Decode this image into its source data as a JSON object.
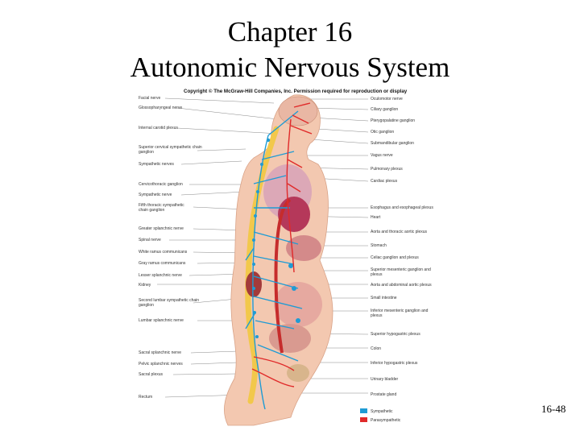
{
  "slide": {
    "title_line1": "Chapter 16",
    "title_line2": "Autonomic Nervous System",
    "page_number": "16-48"
  },
  "figure": {
    "copyright": "Copyright © The McGraw-Hill Companies, Inc. Permission required for reproduction or display",
    "left_labels": [
      "Facial nerve",
      "Glossopharyngeal nerve",
      "Internal carotid plexus",
      "Superior cervical sympathetic chain ganglion",
      "Sympathetic nerves",
      "Cervicothoracic ganglion",
      "Sympathetic nerve",
      "Fifth thoracic sympathetic chain ganglion",
      "Greater splanchnic nerve",
      "Spinal nerve",
      "White ramus communicans",
      "Gray ramus communicans",
      "Lesser splanchnic nerve",
      "Kidney",
      "Second lumbar sympathetic chain ganglion",
      "Lumbar splanchnic nerve",
      "Sacral splanchnic nerve",
      "Pelvic splanchnic nerves",
      "Sacral plexus",
      "Rectum"
    ],
    "right_labels": [
      "Oculomotor nerve",
      "Ciliary ganglion",
      "Pterygopalatine ganglion",
      "Otic ganglion",
      "Submandibular ganglion",
      "Vagus nerve",
      "Pulmonary plexus",
      "Cardiac plexus",
      "Esophagus and esophageal plexus",
      "Heart",
      "Aorta and thoracic aortic plexus",
      "Stomach",
      "Celiac ganglion and plexus",
      "Superior mesenteric ganglion and plexus",
      "Aorta and abdominal aortic plexus",
      "Small intestine",
      "Inferior mesenteric ganglion and plexus",
      "Superior hypogastric plexus",
      "Colon",
      "Inferior hypogastric plexus",
      "Urinary bladder",
      "Prostate gland"
    ],
    "legend": [
      {
        "label": "Sympathetic",
        "color": "#1f9bd4"
      },
      {
        "label": "Parasympathetic",
        "color": "#e02a2a"
      }
    ]
  }
}
